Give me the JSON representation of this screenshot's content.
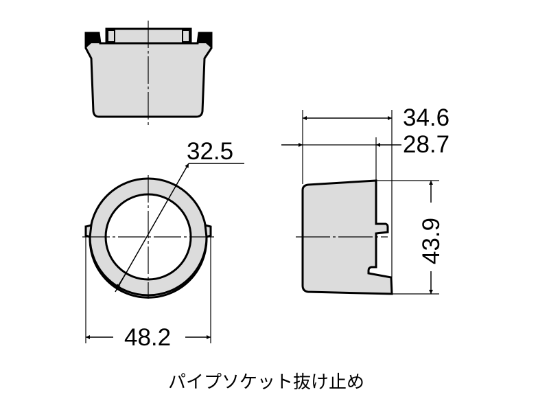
{
  "dimensions": {
    "ring_diameter": "32.5",
    "width": "48.2",
    "depth_overall": "34.6",
    "depth_inner": "28.7",
    "height": "43.9"
  },
  "caption": "パイプソケット抜け止め",
  "colors": {
    "part_fill": "#dcdcdc",
    "line": "#000000"
  }
}
